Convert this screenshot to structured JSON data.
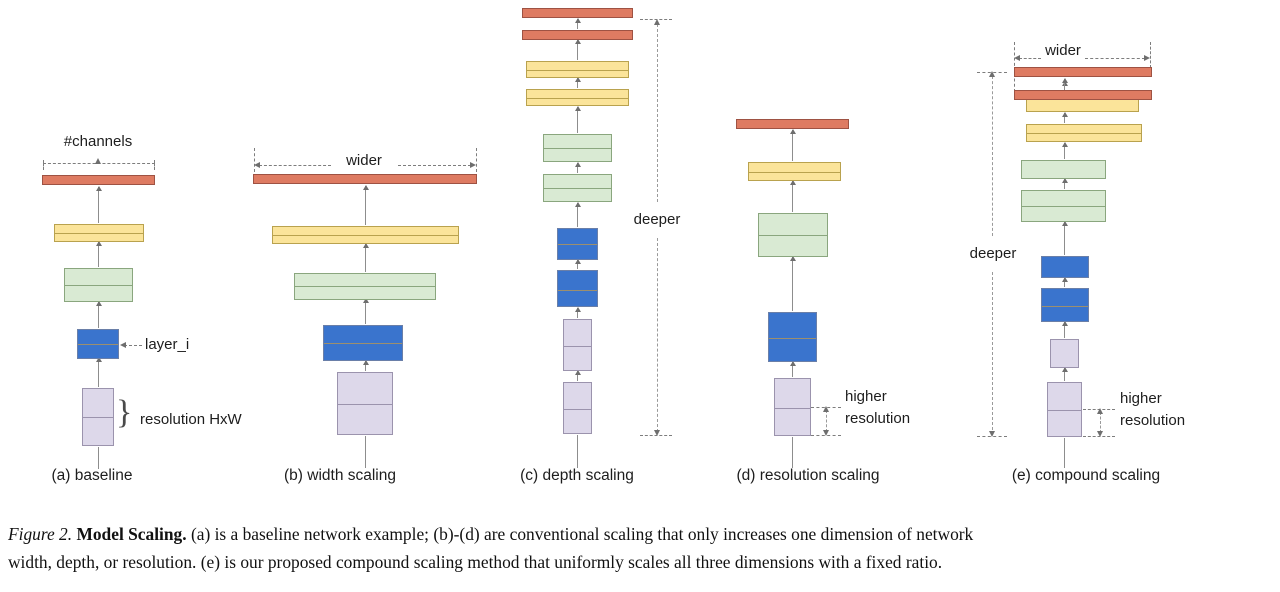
{
  "figure": {
    "panels": [
      {
        "id": "a",
        "caption": "(a) baseline",
        "annotations": {
          "channels": "#channels",
          "layer": "layer_i",
          "resolution": "resolution HxW"
        },
        "blocks": [
          {
            "color": "purple",
            "label": "input-block",
            "splits": 1
          },
          {
            "color": "blue",
            "label": "layer-i-block",
            "splits": 1
          },
          {
            "color": "green",
            "label": "green-block",
            "splits": 1
          },
          {
            "color": "yellow",
            "label": "yellow-block",
            "splits": 1
          },
          {
            "color": "red",
            "label": "red-block",
            "splits": 0
          }
        ]
      },
      {
        "id": "b",
        "caption": "(b) width scaling",
        "annotations": {
          "wider": "wider"
        },
        "blocks": [
          {
            "color": "purple",
            "label": "input-block",
            "splits": 1
          },
          {
            "color": "blue",
            "label": "layer-i-block",
            "splits": 1
          },
          {
            "color": "green",
            "label": "green-block",
            "splits": 1
          },
          {
            "color": "yellow",
            "label": "yellow-block",
            "splits": 1
          },
          {
            "color": "red",
            "label": "red-block",
            "splits": 0
          }
        ]
      },
      {
        "id": "c",
        "caption": "(c) depth scaling",
        "annotations": {
          "deeper": "deeper"
        },
        "blocks": [
          {
            "color": "purple",
            "label": "input-block",
            "splits": 1
          },
          {
            "color": "purple",
            "label": "input-block",
            "splits": 1
          },
          {
            "color": "blue",
            "label": "layer-i-block",
            "splits": 1
          },
          {
            "color": "blue",
            "label": "layer-i-block",
            "splits": 1
          },
          {
            "color": "green",
            "label": "green-block",
            "splits": 1
          },
          {
            "color": "green",
            "label": "green-block",
            "splits": 1
          },
          {
            "color": "yellow",
            "label": "yellow-block",
            "splits": 1
          },
          {
            "color": "yellow",
            "label": "yellow-block",
            "splits": 1
          },
          {
            "color": "red",
            "label": "red-block",
            "splits": 0
          },
          {
            "color": "red",
            "label": "red-block",
            "splits": 0
          }
        ]
      },
      {
        "id": "d",
        "caption": "(d) resolution scaling",
        "annotations": {
          "higher": "higher",
          "resolution": "resolution"
        },
        "blocks": [
          {
            "color": "purple",
            "label": "input-block",
            "splits": 1
          },
          {
            "color": "blue",
            "label": "layer-i-block",
            "splits": 1
          },
          {
            "color": "green",
            "label": "green-block",
            "splits": 1
          },
          {
            "color": "yellow",
            "label": "yellow-block",
            "splits": 1
          },
          {
            "color": "red",
            "label": "red-block",
            "splits": 0
          }
        ]
      },
      {
        "id": "e",
        "caption": "(e) compound scaling",
        "annotations": {
          "wider": "wider",
          "deeper": "deeper",
          "higher": "higher",
          "resolution": "resolution"
        },
        "blocks": [
          {
            "color": "purple",
            "label": "input-block",
            "splits": 1
          },
          {
            "color": "purple",
            "label": "input-block",
            "splits": 0
          },
          {
            "color": "blue",
            "label": "layer-i-block",
            "splits": 1
          },
          {
            "color": "blue",
            "label": "layer-i-block",
            "splits": 0
          },
          {
            "color": "green",
            "label": "green-block",
            "splits": 1
          },
          {
            "color": "green",
            "label": "green-block",
            "splits": 0
          },
          {
            "color": "yellow",
            "label": "yellow-block",
            "splits": 1
          },
          {
            "color": "yellow",
            "label": "yellow-block",
            "splits": 0
          },
          {
            "color": "red",
            "label": "red-block",
            "splits": 0
          },
          {
            "color": "red",
            "label": "red-block",
            "splits": 0
          }
        ]
      }
    ],
    "colors": {
      "red": "#de7b62",
      "yellow": "#fbe49a",
      "green": "#d9ead3",
      "blue": "#3a74cd",
      "purple": "#ddd8ea",
      "connector": "#8d8d8d",
      "guide": "#7d7d7d",
      "text": "#1d1d1d"
    }
  },
  "caption": {
    "figure_number": "Figure 2.",
    "title": "Model Scaling.",
    "line1_rest": " (a) is a baseline network example; (b)-(d) are conventional scaling that only increases one dimension of network",
    "line2": "width, depth, or resolution. (e) is our proposed compound scaling method that uniformly scales all three dimensions with a fixed ratio."
  }
}
